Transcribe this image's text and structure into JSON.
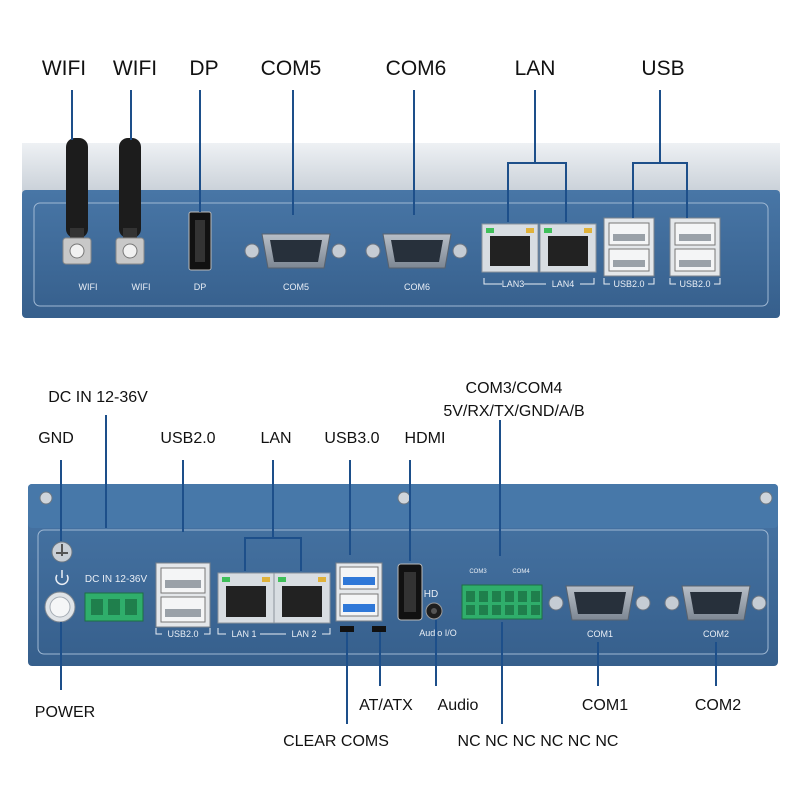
{
  "top_callouts": {
    "wifi1": "WIFI",
    "wifi2": "WIFI",
    "dp": "DP",
    "com5": "COM5",
    "com6": "COM6",
    "lan": "LAN",
    "usb": "USB"
  },
  "top_panel": {
    "wifi1": "WIFI",
    "wifi2": "WIFI",
    "dp": "DP",
    "com5": "COM5",
    "com6": "COM6",
    "lan3": "LAN3",
    "lan4": "LAN4",
    "usb_a": "USB2.0",
    "usb_b": "USB2.0"
  },
  "bottom_callouts": {
    "dcin": "DC IN 12-36V",
    "gnd": "GND",
    "usb20": "USB2.0",
    "lan": "LAN",
    "usb30": "USB3.0",
    "hdmi": "HDMI",
    "com34_line1": "COM3/COM4",
    "com34_line2": "5V/RX/TX/GND/A/B",
    "power": "POWER",
    "atatx": "AT/ATX",
    "audio": "Audio",
    "com1": "COM1",
    "com2": "COM2",
    "clearcoms": "CLEAR COMS",
    "nc": "NC NC NC NC NC NC"
  },
  "bottom_panel": {
    "dcin": "DC IN 12-36V",
    "usb20": "USB2.0",
    "lan1": "LAN 1",
    "lan2": "LAN 2",
    "hd": "HD",
    "audio_io": "Audio I/O",
    "com1": "COM1",
    "com2": "COM2",
    "com3": "COM3",
    "com4": "COM4"
  },
  "colors": {
    "panel": "#3d6a99",
    "panel_dark": "#2c5077",
    "top_strip": "#dfe3e8",
    "leader": "#1d4f8a",
    "terminal": "#2fae6b",
    "usb3": "#2f78d8"
  },
  "icons": [
    "wifi-antenna-icon",
    "power-button-icon",
    "ground-symbol-icon",
    "power-symbol-icon"
  ]
}
